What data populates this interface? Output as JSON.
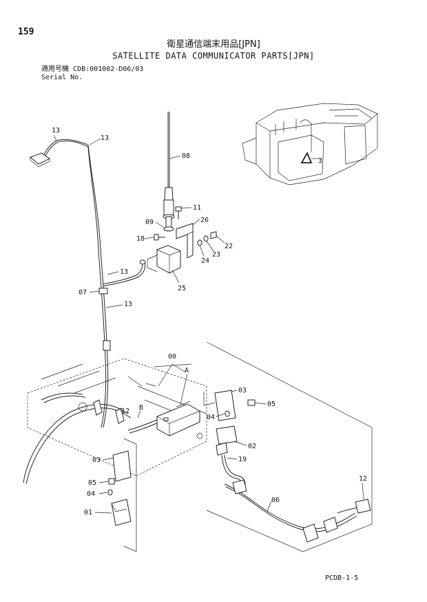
{
  "header": {
    "page_number": "159",
    "title_jp": "衛星通信端末用品[JPN]",
    "title_en": "SATELLITE DATA COMMUNICATOR PARTS[JPN]",
    "applicable_label": "適用号機",
    "applicable_code": "CDB:001002-D06/03",
    "serial_label": "Serial No."
  },
  "callouts": {
    "c13a": "13",
    "c13b": "13",
    "c13c": "13",
    "c13d": "13",
    "c08": "08",
    "c11": "11",
    "c09": "09",
    "c26": "26",
    "c18": "18",
    "c22": "22",
    "c23": "23",
    "c24": "24",
    "c25": "25",
    "c07": "07",
    "c00": "00",
    "cA": "A",
    "cB": "B",
    "c12a": "12",
    "c03a": "03",
    "c05a": "05",
    "c04a": "04",
    "c02": "02",
    "c19": "19",
    "c03b": "03",
    "c05b": "05",
    "c04b": "04",
    "c01": "01",
    "c06": "06",
    "c12b": "12",
    "inset3": "3"
  },
  "footer": {
    "code": "PCDB-1-5"
  }
}
